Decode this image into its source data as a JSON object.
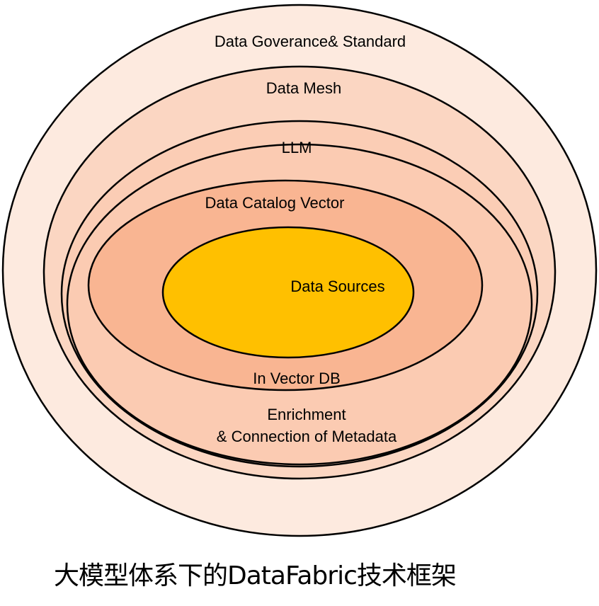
{
  "rings": [
    {
      "id": "governance",
      "label": "Data Goverance& Standard",
      "fill": "#fdeadf"
    },
    {
      "id": "mesh",
      "label": "Data Mesh",
      "fill": "#fbd6c2"
    },
    {
      "id": "enrichment",
      "label_lines": [
        "Enrichment",
        "& Connection of Metadata"
      ],
      "fill": "#fbcdb5"
    },
    {
      "id": "llm",
      "label": "LLM",
      "fill": "#fbcbb2"
    },
    {
      "id": "catalog",
      "label": "Data Catalog Vector",
      "label_bottom": "In Vector DB",
      "fill": "#f9b592"
    },
    {
      "id": "sources",
      "label": "Data Sources",
      "fill": "#ffc000"
    }
  ],
  "colors": {
    "stroke": "#000000"
  },
  "caption": "大模型体系下的DataFabric技术框架"
}
